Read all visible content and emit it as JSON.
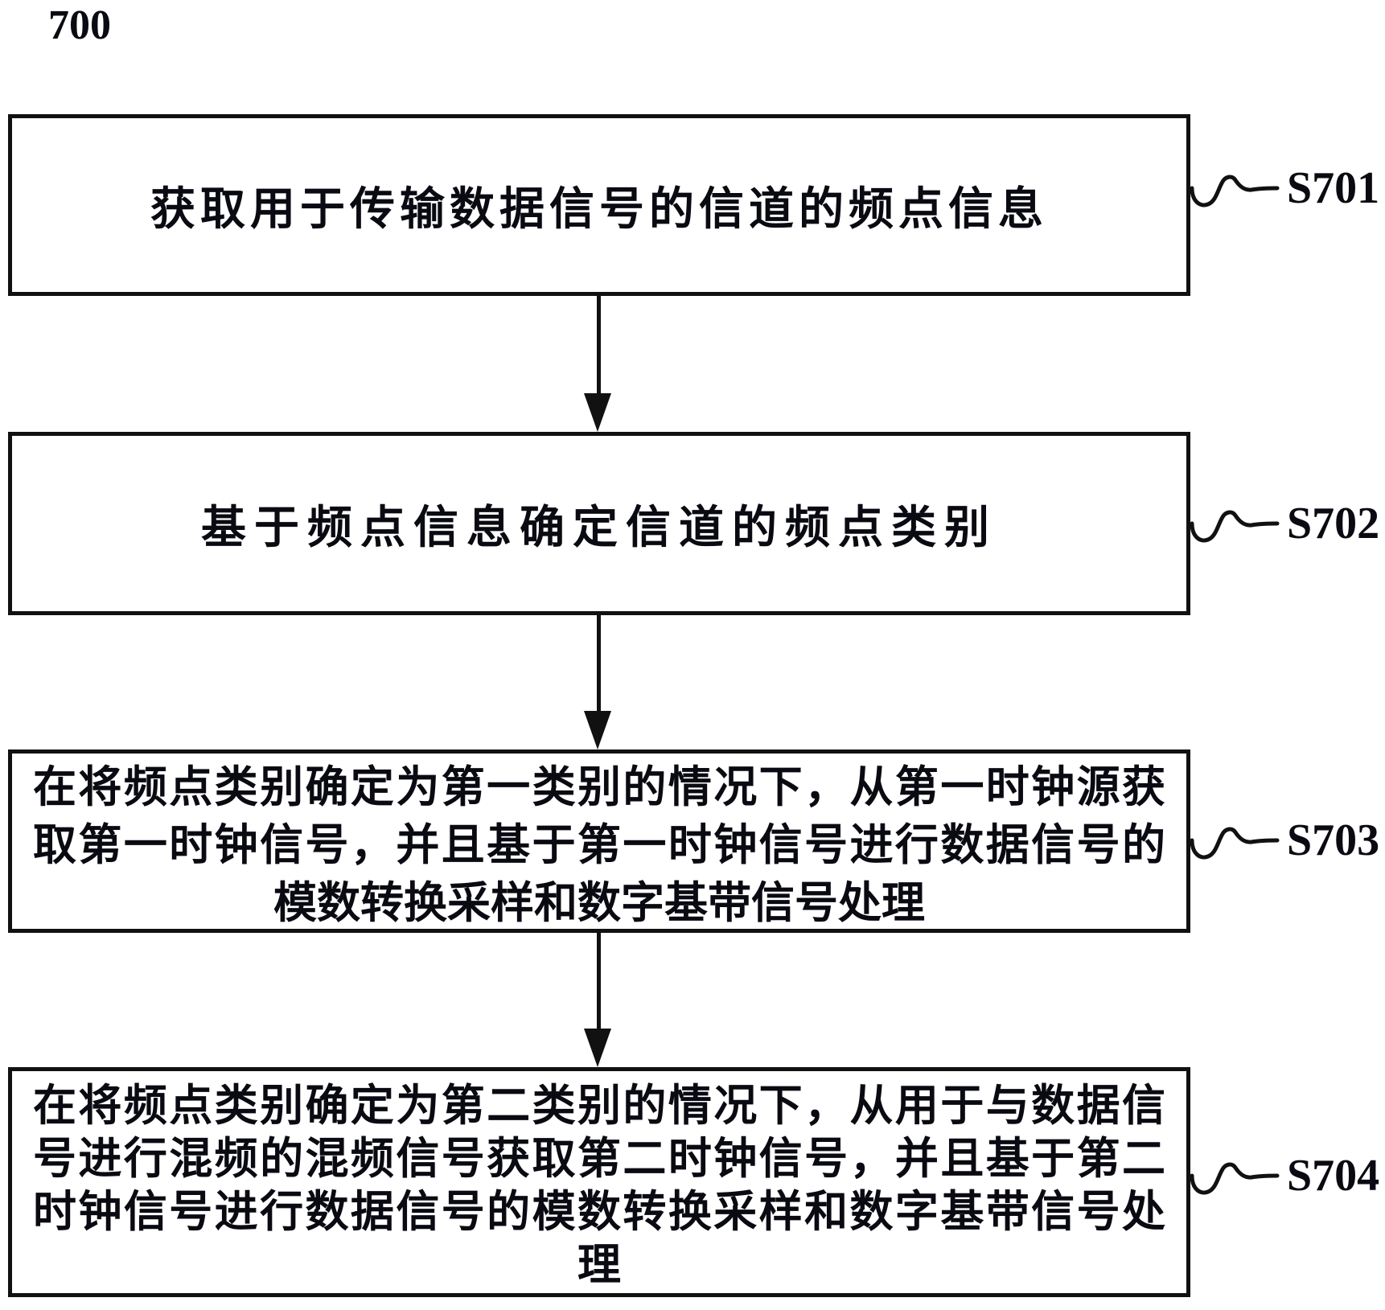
{
  "figure_label": "700",
  "colors": {
    "ink": "#111111",
    "text": "#0a0a12",
    "background": "#ffffff"
  },
  "diagram_type": "flowchart",
  "steps": [
    {
      "label": "S701",
      "lines": [
        "获取用于传输数据信号的信道的频点信息"
      ]
    },
    {
      "label": "S702",
      "lines": [
        "基于频点信息确定信道的频点类别"
      ]
    },
    {
      "label": "S703",
      "lines": [
        "在将频点类别确定为第一类别的情况下，从第一时钟源获",
        "取第一时钟信号，并且基于第一时钟信号进行数据信号的",
        "模数转换采样和数字基带信号处理"
      ]
    },
    {
      "label": "S704",
      "lines": [
        "在将频点类别确定为第二类别的情况下，从用于与数据信",
        "号进行混频的混频信号获取第二时钟信号，并且基于第二",
        "时钟信号进行数据信号的模数转换采样和数字基带信号处",
        "理"
      ]
    }
  ]
}
